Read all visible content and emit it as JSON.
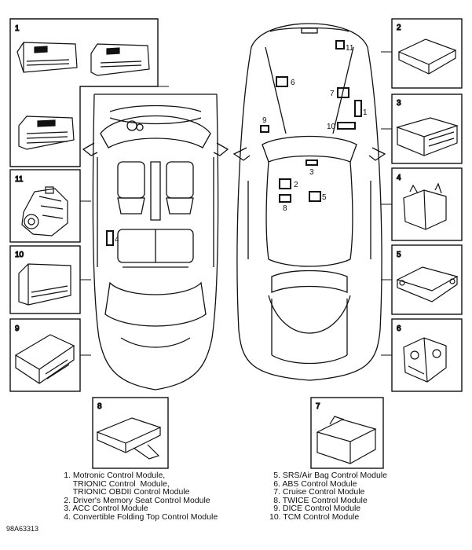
{
  "figure_code": "98A63313",
  "legend_left": [
    {
      "num": "1.",
      "lines": [
        "Motronic Control Module,",
        "TRIONIC Control  Module,",
        "TRIONIC OBDII Control Module"
      ]
    },
    {
      "num": "2.",
      "lines": [
        "Driver's Memory Seat Control Module"
      ]
    },
    {
      "num": "3.",
      "lines": [
        "ACC Control Module"
      ]
    },
    {
      "num": "4.",
      "lines": [
        "Convertible Folding Top Control Module"
      ]
    }
  ],
  "legend_right": [
    {
      "num": "5.",
      "lines": [
        "SRS/Air Bag Control Module"
      ]
    },
    {
      "num": "6.",
      "lines": [
        "ABS Control Module"
      ]
    },
    {
      "num": "7.",
      "lines": [
        "Cruise Control Module"
      ]
    },
    {
      "num": "8.",
      "lines": [
        "TWICE Control Module"
      ]
    },
    {
      "num": "9.",
      "lines": [
        "DICE Control Module"
      ]
    },
    {
      "num": "10.",
      "lines": [
        "TCM Control Module"
      ]
    }
  ],
  "panels": {
    "p1": "1",
    "p2": "2",
    "p3": "3",
    "p4": "4",
    "p5": "5",
    "p6": "6",
    "p7": "7",
    "p8": "8",
    "p9": "9",
    "p10": "10",
    "p11": "11"
  },
  "locations": {
    "l1": "1",
    "l2": "2",
    "l3": "3",
    "l4": "4",
    "l5": "5",
    "l6": "6",
    "l7": "7",
    "l8": "8",
    "l9": "9",
    "l10": "10",
    "l11": "11"
  }
}
